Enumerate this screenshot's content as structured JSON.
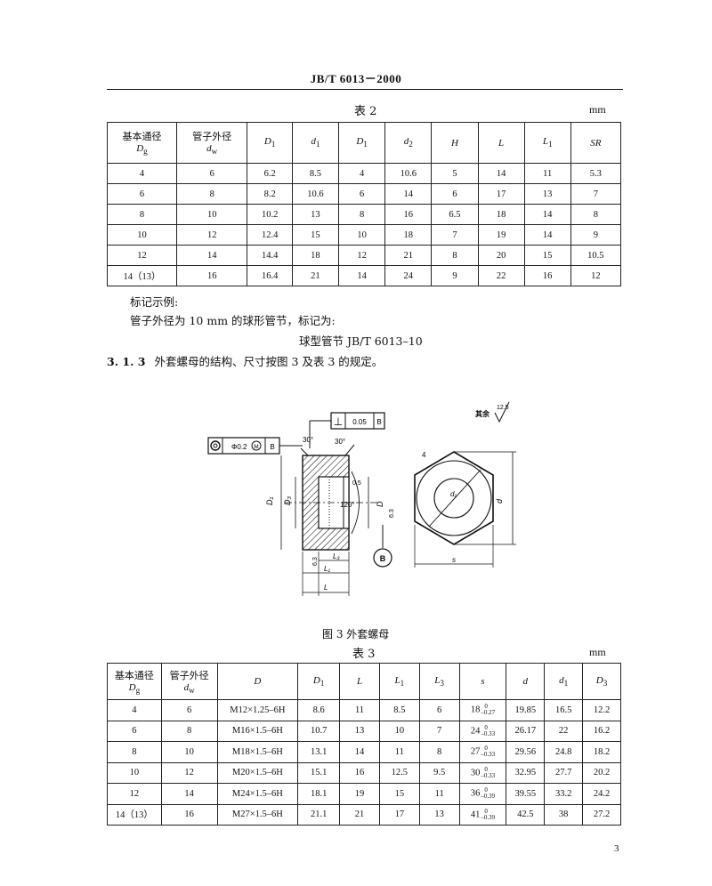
{
  "header": {
    "title": "JB/T  6013－2000"
  },
  "table2": {
    "caption": "表 2",
    "unit": "mm",
    "headers": {
      "c1a": "基本通径",
      "c1b": "D",
      "c1bsub": "g",
      "c2a": "管子外径",
      "c2b": "d",
      "c2bsub": "w",
      "c3": "D",
      "c3sub": "1",
      "c4": "d",
      "c4sub": "1",
      "c5": "D",
      "c5sub": "1",
      "c6": "d",
      "c6sub": "2",
      "c7": "H",
      "c8": "L",
      "c9": "L",
      "c9sub": "1",
      "c10": "SR"
    },
    "rows": [
      [
        "4",
        "6",
        "6.2",
        "8.5",
        "4",
        "10.6",
        "5",
        "14",
        "11",
        "5.3"
      ],
      [
        "6",
        "8",
        "8.2",
        "10.6",
        "6",
        "14",
        "6",
        "17",
        "13",
        "7"
      ],
      [
        "8",
        "10",
        "10.2",
        "13",
        "8",
        "16",
        "6.5",
        "18",
        "14",
        "8"
      ],
      [
        "10",
        "12",
        "12.4",
        "15",
        "10",
        "18",
        "7",
        "19",
        "14",
        "9"
      ],
      [
        "12",
        "14",
        "14.4",
        "18",
        "12",
        "21",
        "8",
        "20",
        "15",
        "10.5"
      ],
      [
        "14（13）",
        "16",
        "16.4",
        "21",
        "14",
        "24",
        "9",
        "22",
        "16",
        "12"
      ]
    ]
  },
  "marking": {
    "label": "标记示例:",
    "line1": "管子外径为 10 mm 的球形管节，标记为:",
    "line2": "球型管节   JB/T  6013–10"
  },
  "clause": {
    "number": "3. 1. 3",
    "text": "外套螺母的结构、尺寸按图 3 及表 3 的规定。"
  },
  "figure": {
    "caption": "图 3   外套螺母",
    "tol_frame": {
      "sym": "⊥",
      "value": "0.05",
      "datum": "B"
    },
    "pos_frame": {
      "value": "Φ0.2",
      "mod": "M",
      "datum": "B"
    },
    "rough_label": "其余",
    "rough_value": "12.5",
    "angle_top_l": "30°",
    "angle_top_r": "30°",
    "angle_mid": "120°",
    "chamfer": "0.5",
    "label_D1": "D₁",
    "label_Ds": "D₃",
    "label_D": "D",
    "label_d": "d",
    "label_s": "s",
    "label_phi": "d₁",
    "label_L": "L",
    "label_L1": "L₁",
    "label_L3": "L₃",
    "label_B": "B",
    "label_4": "4",
    "label_small": "6.3",
    "label_small2": "6.3"
  },
  "table3": {
    "caption": "表 3",
    "unit": "mm",
    "headers": {
      "c1a": "基本通径",
      "c1b": "D",
      "c1bsub": "g",
      "c2a": "管子外径",
      "c2b": "d",
      "c2bsub": "w",
      "c3": "D",
      "c4": "D",
      "c4sub": "1",
      "c5": "L",
      "c6": "L",
      "c6sub": "1",
      "c7": "L",
      "c7sub": "3",
      "c8": "s",
      "c9": "d",
      "c10": "d",
      "c10sub": "1",
      "c11": "D",
      "c11sub": "3"
    },
    "rows": [
      {
        "c": [
          "4",
          "6",
          "M12×1.25–6H",
          "8.6",
          "11",
          "8.5",
          "6"
        ],
        "s": "18",
        "su": "0",
        "sl": "–0.27",
        "d": "19.85",
        "d1": "16.5",
        "d3": "12.2"
      },
      {
        "c": [
          "6",
          "8",
          "M16×1.5–6H",
          "10.7",
          "13",
          "10",
          "7"
        ],
        "s": "24",
        "su": "0",
        "sl": "–0.33",
        "d": "26.17",
        "d1": "22",
        "d3": "16.2"
      },
      {
        "c": [
          "8",
          "10",
          "M18×1.5–6H",
          "13.1",
          "14",
          "11",
          "8"
        ],
        "s": "27",
        "su": "0",
        "sl": "–0.33",
        "d": "29.56",
        "d1": "24.8",
        "d3": "18.2"
      },
      {
        "c": [
          "10",
          "12",
          "M20×1.5–6H",
          "15.1",
          "16",
          "12.5",
          "9.5"
        ],
        "s": "30",
        "su": "0",
        "sl": "–0.33",
        "d": "32.95",
        "d1": "27.7",
        "d3": "20.2"
      },
      {
        "c": [
          "12",
          "14",
          "M24×1.5–6H",
          "18.1",
          "19",
          "15",
          "11"
        ],
        "s": "36",
        "su": "0",
        "sl": "–0.39",
        "d": "39.55",
        "d1": "33.2",
        "d3": "24.2"
      },
      {
        "c": [
          "14（13）",
          "16",
          "M27×1.5–6H",
          "21.1",
          "21",
          "17",
          "13"
        ],
        "s": "41",
        "su": "0",
        "sl": "–0.39",
        "d": "42.5",
        "d1": "38",
        "d3": "27.2"
      }
    ]
  },
  "page_number": "3"
}
